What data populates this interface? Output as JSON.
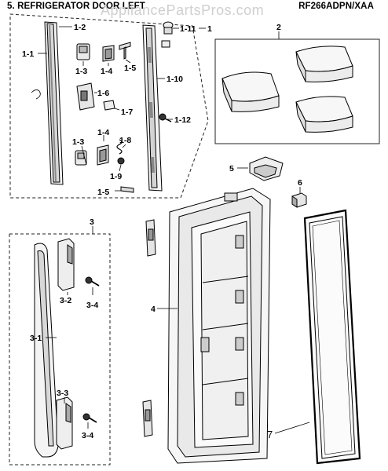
{
  "header": {
    "title": "5. REFRIGERATOR DOOR LEFT",
    "model": "RF266ADPN/XAA",
    "watermark": "AppliancePartsPros.com"
  },
  "labels": {
    "l1": "1",
    "l1_1": "1-1",
    "l1_2": "1-2",
    "l1_3a": "1-3",
    "l1_3b": "1-3",
    "l1_4a": "1-4",
    "l1_4b": "1-4",
    "l1_5a": "1-5",
    "l1_5b": "1-5",
    "l1_6": "1-6",
    "l1_7": "1-7",
    "l1_8": "1-8",
    "l1_9": "1-9",
    "l1_10": "1-10",
    "l1_11": "1-11",
    "l1_12": "1-12",
    "l2": "2",
    "l3": "3",
    "l3_1": "3-1",
    "l3_2": "3-2",
    "l3_3": "3-3",
    "l3_4a": "3-4",
    "l3_4b": "3-4",
    "l4": "4",
    "l5": "5",
    "l6": "6",
    "l7": "7"
  }
}
